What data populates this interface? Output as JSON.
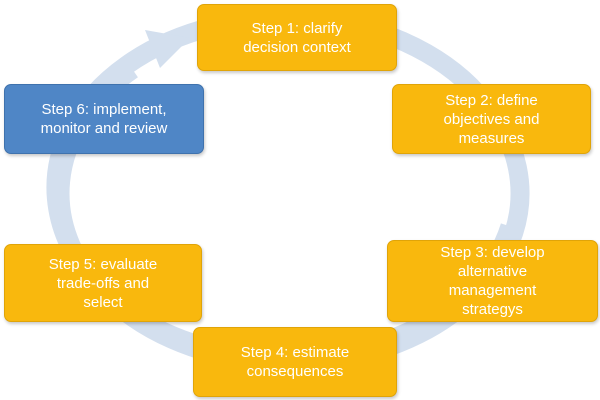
{
  "colors": {
    "step_fill": "#f9b80d",
    "step_border": "#e0a408",
    "highlight_fill": "#4f86c6",
    "highlight_border": "#3f72ad",
    "cycle_arrow": "#d3dfee",
    "text": "#ffffff"
  },
  "steps": [
    {
      "label": "Step 1: clarify\ndecision context"
    },
    {
      "label": "Step 2: define\nobjectives and\nmeasures"
    },
    {
      "label": "Step 3: develop\nalternative\nmanagement\nstrategys"
    },
    {
      "label": "Step 4: estimate\nconsequences"
    },
    {
      "label": "Step 5: evaluate\ntrade-offs and\nselect"
    },
    {
      "label": "Step 6: implement,\nmonitor and review"
    }
  ]
}
